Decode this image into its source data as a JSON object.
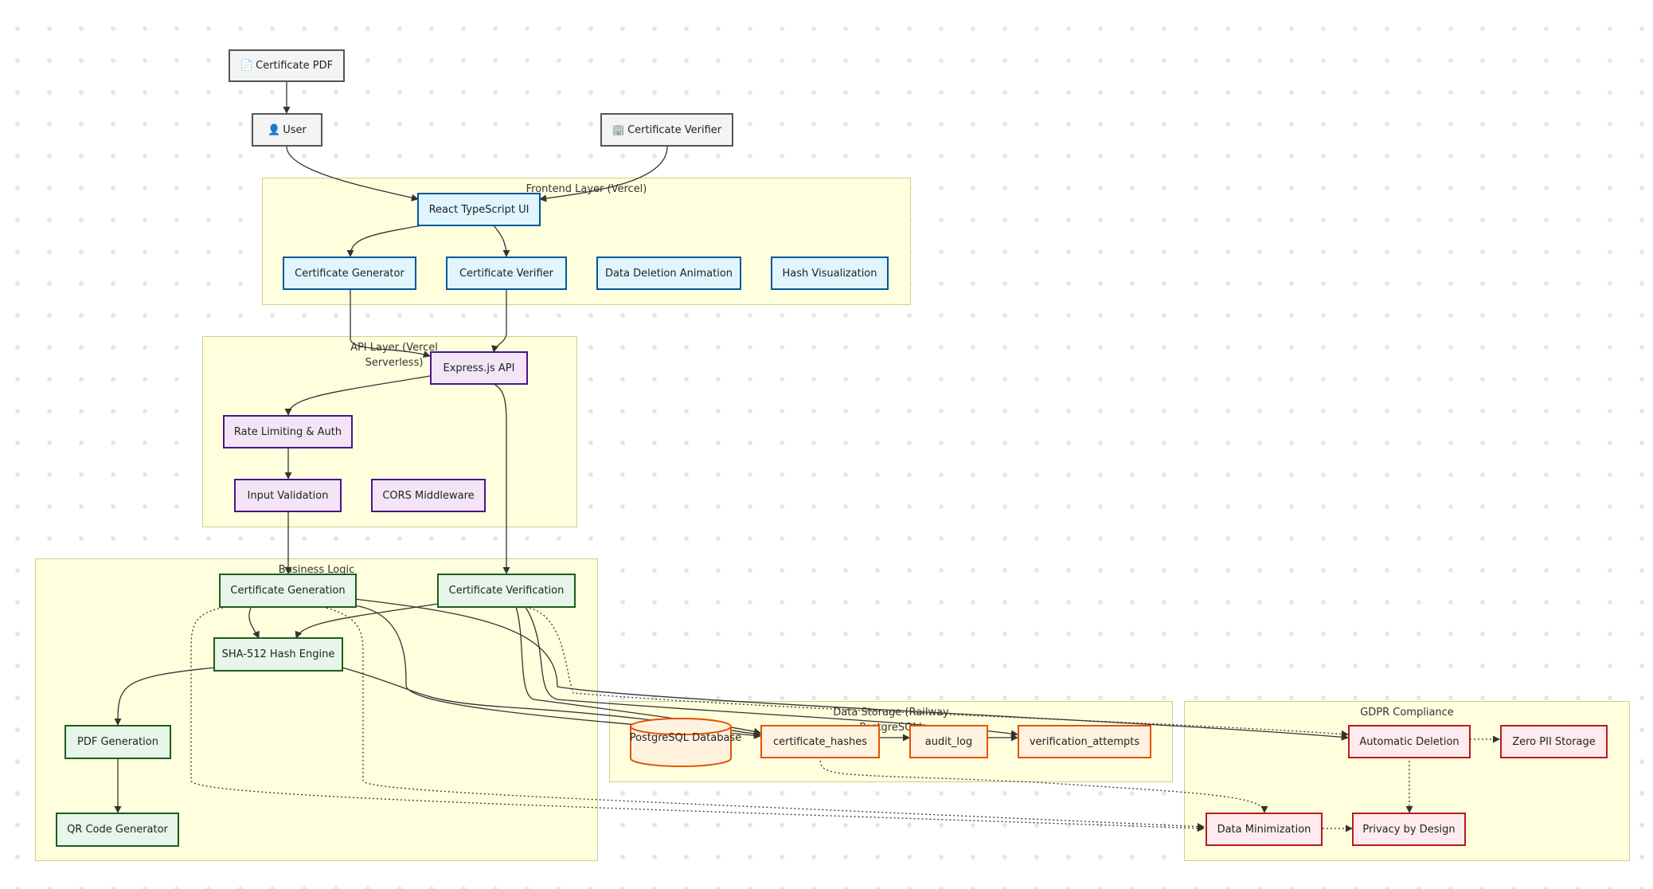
{
  "external": {
    "certificate_pdf": {
      "icon": "document-icon",
      "glyph": "📄",
      "label": "Certificate PDF"
    },
    "user": {
      "icon": "user-icon",
      "glyph": "👤",
      "label": "User"
    },
    "verifier": {
      "icon": "building-icon",
      "glyph": "🏢",
      "label": "Certificate Verifier"
    }
  },
  "frontend": {
    "title": "Frontend Layer (Vercel)",
    "react_ui": "React TypeScript UI",
    "cert_generator": "Certificate Generator",
    "cert_verifier": "Certificate Verifier",
    "data_deletion": "Data Deletion Animation",
    "hash_viz": "Hash Visualization"
  },
  "api": {
    "title": "API Layer (Vercel\nServerless)",
    "express": "Express.js API",
    "rate_limit": "Rate Limiting & Auth",
    "input_validation": "Input Validation",
    "cors": "CORS Middleware"
  },
  "business": {
    "title": "Business Logic",
    "cert_generation": "Certificate Generation",
    "cert_verification": "Certificate Verification",
    "sha_engine": "SHA-512 Hash Engine",
    "pdf_generation": "PDF Generation",
    "qr_generator": "QR Code Generator"
  },
  "storage": {
    "title": "Data Storage (Railway\nPostgreSQL)",
    "postgres": "PostgreSQL Database",
    "cert_hashes": "certificate_hashes",
    "audit_log": "audit_log",
    "verification_attempts": "verification_attempts"
  },
  "gdpr": {
    "title": "GDPR Compliance",
    "auto_deletion": "Automatic Deletion",
    "zero_pii": "Zero PII Storage",
    "data_min": "Data Minimization",
    "privacy_design": "Privacy by Design"
  },
  "colors": {
    "external": "#555555",
    "frontend": "#01579b",
    "api": "#4a148c",
    "business": "#1b5e20",
    "storage": "#e65100",
    "gdpr": "#b71c1c",
    "subgraph_fill": "#ffffde"
  }
}
